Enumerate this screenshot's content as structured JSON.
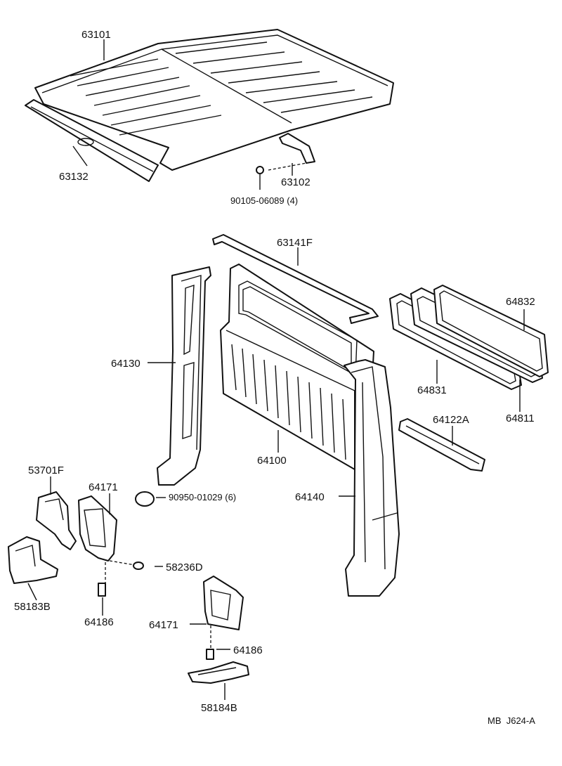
{
  "parts": {
    "p63101": "63101",
    "p63132": "63132",
    "p63102": "63102",
    "p90105": "90105-06089 (4)",
    "p63141f": "63141F",
    "p64832": "64832",
    "p64130": "64130",
    "p64831": "64831",
    "p64811": "64811",
    "p64122a": "64122A",
    "p64100": "64100",
    "p53701f": "53701F",
    "p64171a": "64171",
    "p90950": "90950-01029 (6)",
    "p64140": "64140",
    "p58236d": "58236D",
    "p58183b": "58183B",
    "p64186a": "64186",
    "p64171b": "64171",
    "p64186b": "64186",
    "p58184b": "58184B"
  },
  "figure_code": "MB  J624-A"
}
